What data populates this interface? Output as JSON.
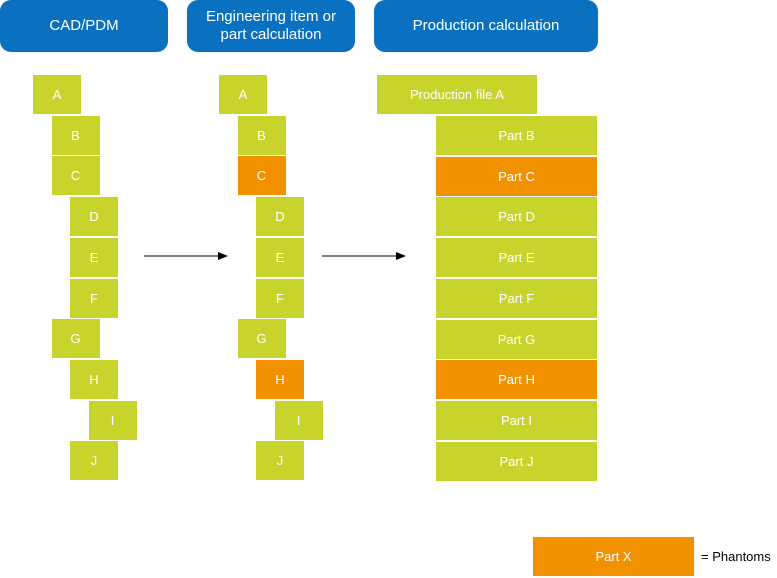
{
  "colors": {
    "header": "#0a71c0",
    "item": "#c8d42c",
    "phantom": "#f19100"
  },
  "headers": [
    {
      "label": "CAD/PDM"
    },
    {
      "label": "Engineering item or part calculation"
    },
    {
      "label": "Production calculation"
    }
  ],
  "columns": {
    "cad": [
      {
        "label": "A",
        "level": 0
      },
      {
        "label": "B",
        "level": 1
      },
      {
        "label": "C",
        "level": 1
      },
      {
        "label": "D",
        "level": 2
      },
      {
        "label": "E",
        "level": 2
      },
      {
        "label": "F",
        "level": 2
      },
      {
        "label": "G",
        "level": 1
      },
      {
        "label": "H",
        "level": 2
      },
      {
        "label": "I",
        "level": 3
      },
      {
        "label": "J",
        "level": 2
      }
    ],
    "engineering": [
      {
        "label": "A",
        "level": 0,
        "phantom": false
      },
      {
        "label": "B",
        "level": 1,
        "phantom": false
      },
      {
        "label": "C",
        "level": 1,
        "phantom": true
      },
      {
        "label": "D",
        "level": 2,
        "phantom": false
      },
      {
        "label": "E",
        "level": 2,
        "phantom": false
      },
      {
        "label": "F",
        "level": 2,
        "phantom": false
      },
      {
        "label": "G",
        "level": 1,
        "phantom": false
      },
      {
        "label": "H",
        "level": 2,
        "phantom": true
      },
      {
        "label": "I",
        "level": 3,
        "phantom": false
      },
      {
        "label": "J",
        "level": 2,
        "phantom": false
      }
    ],
    "production": {
      "file": "Production file A",
      "parts": [
        {
          "label": "Part B",
          "phantom": false
        },
        {
          "label": "Part C",
          "phantom": true
        },
        {
          "label": "Part D",
          "phantom": false
        },
        {
          "label": "Part E",
          "phantom": false
        },
        {
          "label": "Part F",
          "phantom": false
        },
        {
          "label": "Part G",
          "phantom": false
        },
        {
          "label": "Part H",
          "phantom": true
        },
        {
          "label": "Part I",
          "phantom": false
        },
        {
          "label": "Part J",
          "phantom": false
        }
      ]
    }
  },
  "legend": {
    "box_label": "Part X",
    "text": "= Phantoms"
  }
}
